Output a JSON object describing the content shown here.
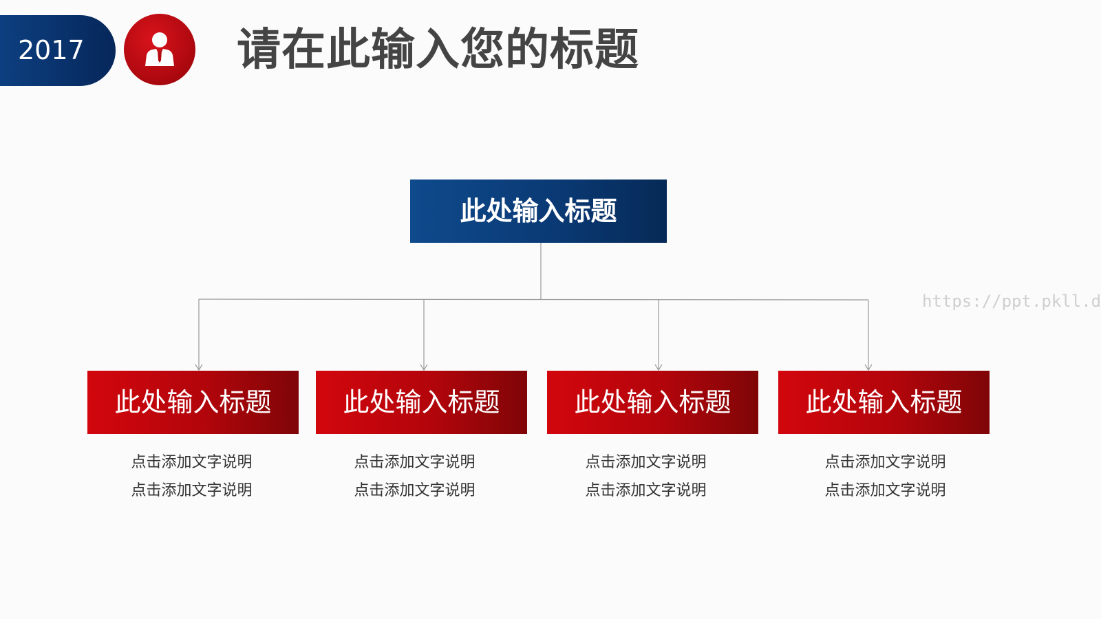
{
  "header": {
    "year": "2017",
    "title": "请在此输入您的标题",
    "badge_icon": "person-icon"
  },
  "watermark": "https://ppt.pkll.de",
  "diagram": {
    "root": {
      "label": "此处输入标题"
    },
    "children": [
      {
        "label": "此处输入标题",
        "desc": [
          "点击添加文字说明",
          "点击添加文字说明"
        ]
      },
      {
        "label": "此处输入标题",
        "desc": [
          "点击添加文字说明",
          "点击添加文字说明"
        ]
      },
      {
        "label": "此处输入标题",
        "desc": [
          "点击添加文字说明",
          "点击添加文字说明"
        ]
      },
      {
        "label": "此处输入标题",
        "desc": [
          "点击添加文字说明",
          "点击添加文字说明"
        ]
      }
    ]
  },
  "colors": {
    "navy": "#0a3a75",
    "red": "#b2050b",
    "title_text": "#444444",
    "connector": "#9a9a9a"
  }
}
